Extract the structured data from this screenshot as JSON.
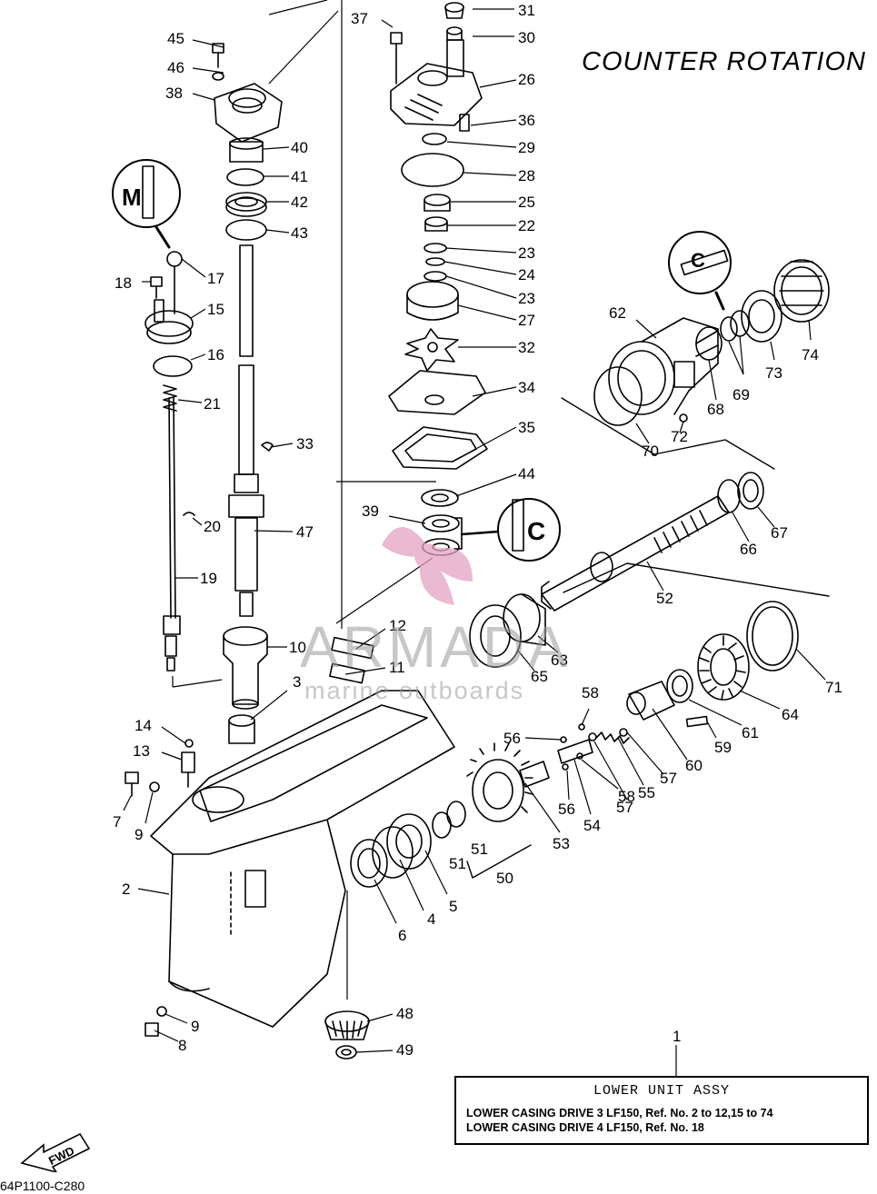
{
  "title": "COUNTER ROTATION",
  "watermark": {
    "name": "ARMADA",
    "tagline": "marine outboards"
  },
  "assembly_box": {
    "callout": "1",
    "heading": "LOWER UNIT ASSY",
    "lines": [
      "LOWER CASING DRIVE 3 LF150, Ref. No. 2 to 12,15 to 74",
      "LOWER CASING DRIVE 4 LF150, Ref. No. 18"
    ]
  },
  "direction_marker": "FWD",
  "drawing_code": "64P1100-C280",
  "symbols": {
    "grease": "M",
    "gear_oil_a": "C",
    "gear_oil_b": "C"
  },
  "callouts": [
    "31",
    "37",
    "30",
    "45",
    "46",
    "26",
    "38",
    "36",
    "29",
    "40",
    "28",
    "41",
    "25",
    "42",
    "22",
    "43",
    "23",
    "24",
    "17",
    "18",
    "23",
    "15",
    "27",
    "16",
    "32",
    "21",
    "34",
    "33",
    "35",
    "20",
    "44",
    "47",
    "39",
    "19",
    "12",
    "10",
    "11",
    "3",
    "14",
    "13",
    "7",
    "9",
    "2",
    "9",
    "8",
    "48",
    "49",
    "4",
    "5",
    "6",
    "51",
    "51",
    "50",
    "53",
    "54",
    "56",
    "56",
    "58",
    "57",
    "55",
    "57",
    "58",
    "60",
    "59",
    "61",
    "64",
    "71",
    "52",
    "63",
    "65",
    "66",
    "67",
    "62",
    "68",
    "69",
    "70",
    "72",
    "73",
    "74"
  ]
}
